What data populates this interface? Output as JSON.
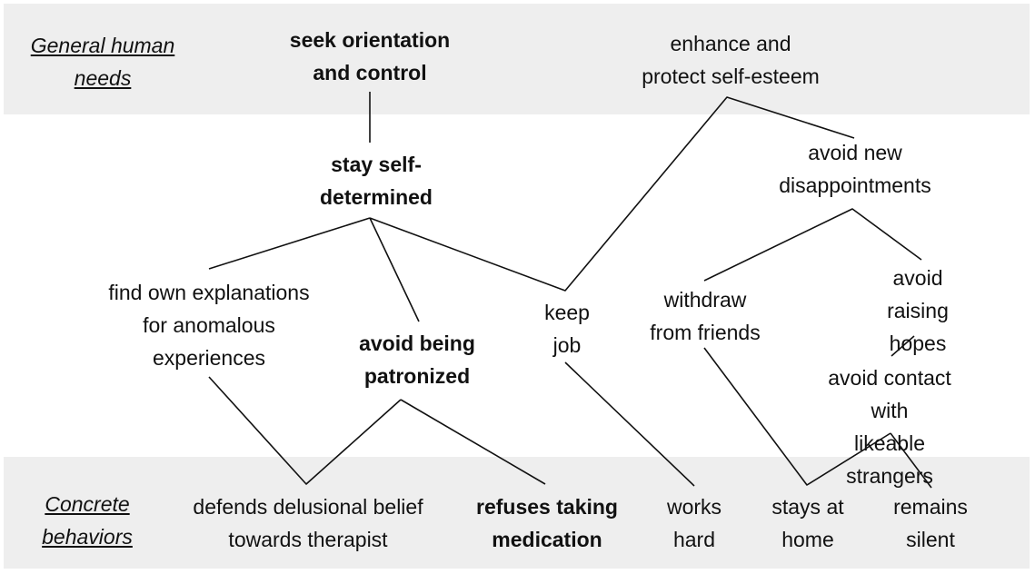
{
  "colors": {
    "band": "#eeeeee",
    "line": "#111111",
    "text": "#111111",
    "background": "#ffffff"
  },
  "row_labels": {
    "general": "General human\nneeds",
    "concrete": "Concrete\nbehaviors"
  },
  "nodes": {
    "seek_orientation": "seek orientation\nand control",
    "enhance_self_esteem": "enhance and\nprotect self-esteem",
    "stay_self_determined": "stay self-\ndetermined",
    "avoid_new_disappointments": "avoid new\ndisappointments",
    "find_own_explanations": "find own explanations\nfor anomalous\nexperiences",
    "avoid_being_patronized": "avoid being\npatronized",
    "keep_job": "keep\njob",
    "withdraw_from_friends": "withdraw\nfrom friends",
    "avoid_raising_hopes": "avoid raising\nhopes",
    "avoid_contact_strangers": "avoid contact with\nlikeable  strangers",
    "defends_delusional_belief": "defends delusional belief\ntowards therapist",
    "refuses_medication": "refuses taking\nmedication",
    "works_hard": "works\nhard",
    "stays_at_home": "stays at\nhome",
    "remains_silent": "remains\nsilent"
  }
}
